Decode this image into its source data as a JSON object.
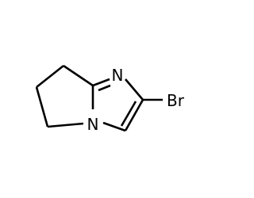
{
  "molecule": {
    "atoms": {
      "n_imine": "N",
      "n_bridge": "N",
      "bromine": "Br"
    }
  }
}
